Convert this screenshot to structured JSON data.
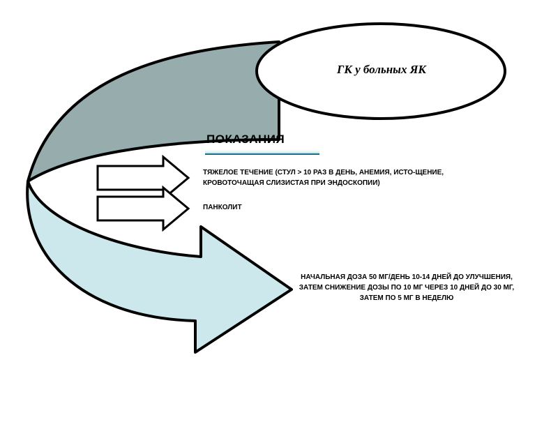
{
  "title": "ГК у больных ЯК",
  "heading": "ПОКАЗАНИЯ",
  "indications": [
    "ТЯЖЕЛОЕ ТЕЧЕНИЕ (СТУЛ > 10 РАЗ В ДЕНЬ, АНЕМИЯ, ИСТО-ЩЕНИЕ, КРОВОТОЧАЩАЯ СЛИЗИСТАЯ ПРИ ЭНДОСКОПИИ)",
    "ПАНКОЛИТ"
  ],
  "dosage": "НАЧАЛЬНАЯ ДОЗА 50 МГ/ДЕНЬ 10-14 ДНЕЙ ДО УЛУЧШЕНИЯ, ЗАТЕМ СНИЖЕНИЕ ДОЗЫ ПО 10 МГ ЧЕРЕЗ 10 ДНЕЙ ДО 30 МГ, ЗАТЕМ ПО 5 МГ В НЕДЕЛЮ",
  "colors": {
    "arrow_back": "#96acad",
    "arrow_front": "#cde8ec",
    "outline": "#000000"
  }
}
